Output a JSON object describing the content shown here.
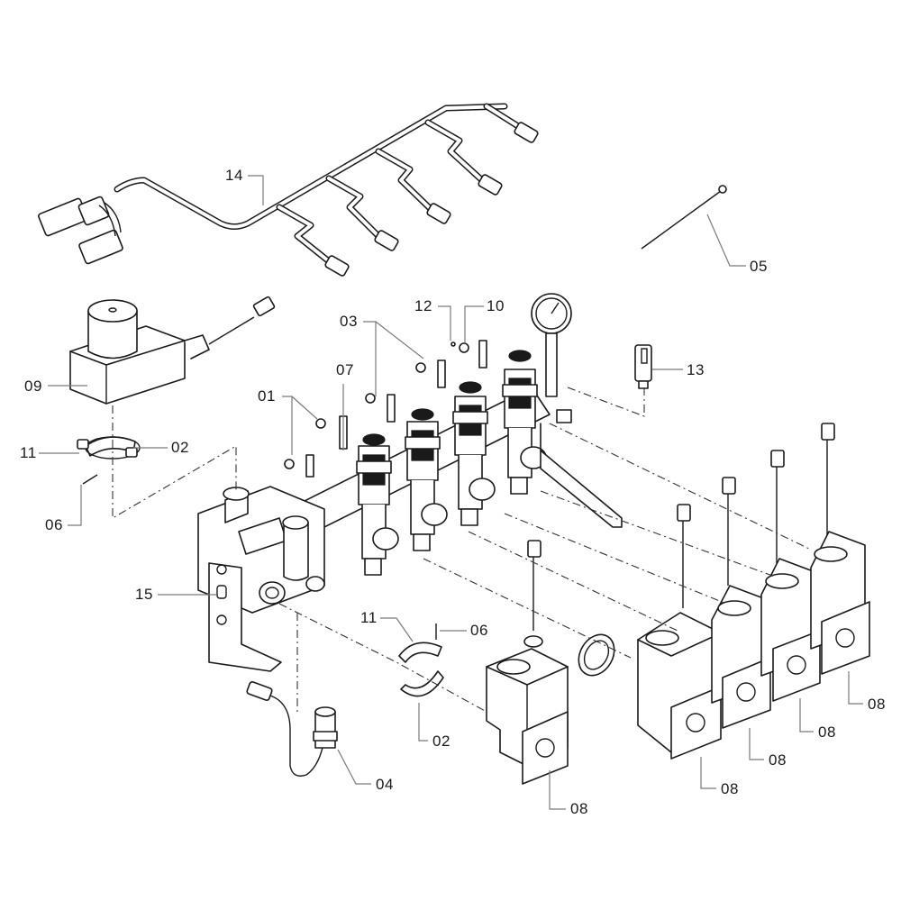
{
  "diagram": {
    "type": "exploded-parts-view",
    "line_color": "#1a1a1a",
    "leader_color": "#7a7a7a",
    "callouts": [
      {
        "id": "14",
        "part": "wiring-harness"
      },
      {
        "id": "05",
        "part": "cable-tie"
      },
      {
        "id": "12",
        "part": "screw"
      },
      {
        "id": "10",
        "part": "clip"
      },
      {
        "id": "03",
        "part": "clip"
      },
      {
        "id": "03b",
        "label": "03"
      },
      {
        "id": "07",
        "part": "label-plate"
      },
      {
        "id": "01",
        "part": "clip"
      },
      {
        "id": "13",
        "part": "pressure-sensor"
      },
      {
        "id": "09",
        "part": "main-valve-actuator"
      },
      {
        "id": "11",
        "part": "clamp-half"
      },
      {
        "id": "02",
        "part": "clamp-half"
      },
      {
        "id": "06",
        "part": "screw"
      },
      {
        "id": "15",
        "part": "mounting-bracket"
      },
      {
        "id": "11b",
        "label": "11"
      },
      {
        "id": "06b",
        "label": "06"
      },
      {
        "id": "02b",
        "label": "02"
      },
      {
        "id": "04",
        "part": "flow-sensor"
      },
      {
        "id": "08",
        "part": "section-valve"
      },
      {
        "id": "08b",
        "label": "08"
      },
      {
        "id": "08c",
        "label": "08"
      },
      {
        "id": "08d",
        "label": "08"
      },
      {
        "id": "08e",
        "label": "08"
      }
    ],
    "labels": {
      "c14": "14",
      "c05": "05",
      "c12": "12",
      "c10": "10",
      "c03": "03",
      "c07": "07",
      "c01": "01",
      "c13": "13",
      "c09": "09",
      "c11": "11",
      "c02": "02",
      "c06": "06",
      "c15": "15",
      "c11b": "11",
      "c06b": "06",
      "c02b": "02",
      "c04": "04",
      "c08": "08",
      "c08b": "08",
      "c08c": "08",
      "c08d": "08",
      "c08e": "08"
    }
  }
}
